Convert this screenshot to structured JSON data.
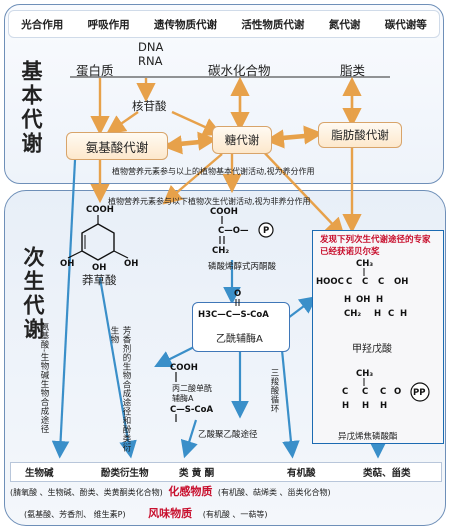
{
  "header_items": [
    "光合作用",
    "呼吸作用",
    "遗传物质代谢",
    "活性物质代谢",
    "氮代谢",
    "碳代谢等"
  ],
  "top_section": {
    "title": "基本代谢",
    "dna": "DNA",
    "rna": "RNA",
    "protein": "蛋白质",
    "carbohydrate": "碳水化合物",
    "lipid": "脂类",
    "nucleotide": "核苷酸",
    "amino_acid_metabolism": "氨基酸代谢",
    "sugar_metabolism": "糖代谢",
    "fatty_acid_metabolism": "脂肪酸代谢",
    "note_primary": "植物营养元素参与以上的植物基本代谢活动,视为养分作用",
    "note_secondary": "植物营养元素参与以下植物次生代谢活动,视为非养分作用"
  },
  "bottom_section": {
    "title": "次生代谢",
    "shikimic_acid": "莽草酸",
    "pep_formula": "COOH / C-O-P / CH2",
    "pep_label": "磷酸烯醇式丙酮酸",
    "acetyl_coa_formula": "H3C—C—S-CoA",
    "acetyl_coa_label": "乙酰辅酶A",
    "malonyl_coa_label": "丙二酸单酰辅酶A",
    "polyketide": "乙酸聚乙酸途径",
    "tca": "三羧酸循环",
    "alkaloid_path": "氨基酸-生物碱生物合成途径",
    "aromatic_path": "芳香剂的生物合成途径和酚类衍生物",
    "nobel_note": "发现下列次生代谢途径的专家已经获诺贝尔奖",
    "mevalonic_acid": "甲羟戊酸",
    "ipp": "异戊烯焦磷酸酯",
    "pp": "PP",
    "p": "P"
  },
  "products": [
    "生物碱",
    "酚类衍生物",
    "类 黄 酮",
    "有机酸",
    "类萜、甾类"
  ],
  "row_sensory": {
    "left": "(腈氧酸 、生物碱、酚类、类黄酮类化合物)",
    "center": "化感物质",
    "right": "(有机酸、萜烯类 、甾类化合物)"
  },
  "row_flavor": {
    "left": "(氨基酸、芳香剂、 维生素P)",
    "center": "风味物质",
    "right": "(有机酸 、一萜等)"
  },
  "colors": {
    "border": "#6e8fb8",
    "accent_red": "#c8102e",
    "box_fill": "#fde8cc",
    "arrow_orange": "#e7a14a",
    "arrow_blue": "#3a8fc9"
  }
}
